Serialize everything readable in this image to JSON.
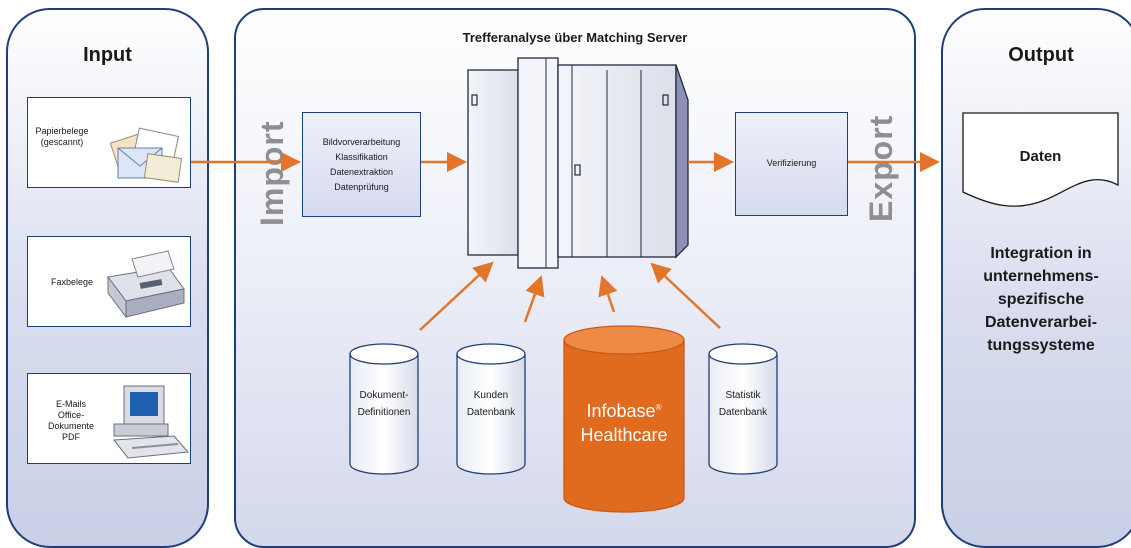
{
  "input": {
    "title": "Input",
    "items": [
      {
        "label": "Papierbelege\n(gescannt)",
        "icon": "envelopes-icon"
      },
      {
        "label": "Faxbelege",
        "icon": "fax-icon"
      },
      {
        "label": "E-Mails\nOffice-\nDokumente\nPDF",
        "icon": "computer-icon"
      }
    ]
  },
  "center": {
    "title": "Trefferanalyse über Matching Server",
    "import_label": "Import",
    "export_label": "Export",
    "processing_steps": [
      "Bildvorverarbeitung",
      "Klassifikation",
      "Datenextraktion",
      "Datenprüfung"
    ],
    "verification_label": "Verifizierung",
    "server_icon": "server-icon",
    "databases": [
      {
        "label": "Dokument-\nDefinitionen"
      },
      {
        "label": "Kunden\nDatenbank"
      },
      {
        "label": "Infobase",
        "mark": "®",
        "label2": "Healthcare"
      },
      {
        "label": "Statistik\nDatenbank"
      }
    ]
  },
  "output": {
    "title": "Output",
    "document_label": "Daten",
    "integration_text": "Integration in\nunternehmens-\nspezifische\nDatenverarbei-\ntungssysteme"
  },
  "colors": {
    "panel_border": "#1f3f7a",
    "arrow": "#e2752a",
    "infobase": "#e06b1f",
    "vertical_text": "#8f8f92"
  }
}
